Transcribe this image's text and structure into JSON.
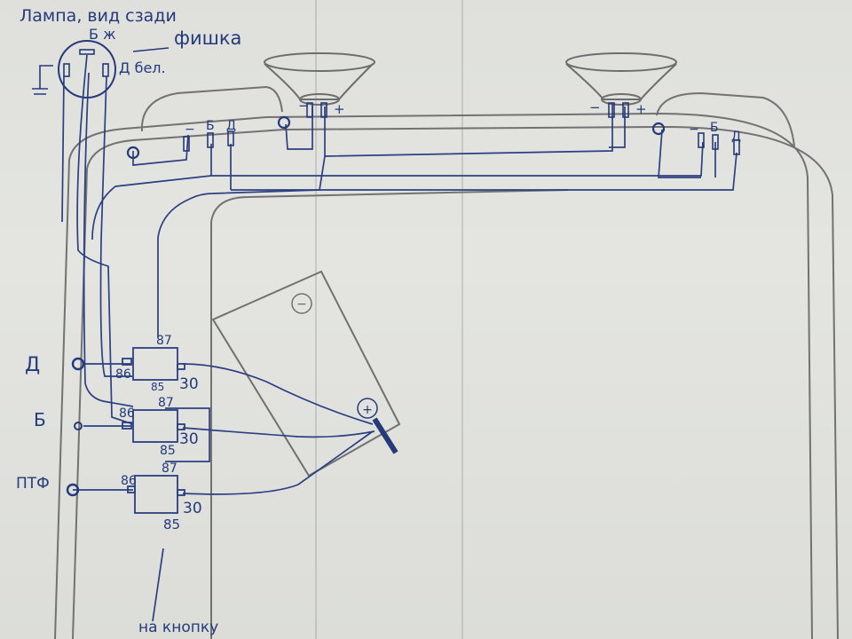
{
  "diagram": {
    "title": "Лампа, вид сзади",
    "lamp_labels": {
      "b": "Б ж",
      "plug": "фишка",
      "d": "Д бел."
    },
    "terminal_labels": {
      "minus": "−",
      "plus": "+",
      "b": "Б",
      "d": "Д",
      "battery_minus": "−",
      "battery_plus": "+"
    },
    "relays": [
      {
        "id": "relay-d",
        "side_label": "Д",
        "pins": {
          "p87": "87",
          "p86": "86",
          "p85": "85",
          "p30": "30"
        }
      },
      {
        "id": "relay-b",
        "side_label": "Б",
        "pins": {
          "p87": "87",
          "p86": "86",
          "p85": "85",
          "p30": "30"
        }
      },
      {
        "id": "relay-ptf",
        "side_label": "ПТФ",
        "pins": {
          "p87": "87",
          "p86": "86",
          "p85": "85",
          "p30": "30"
        }
      }
    ],
    "button_note": "на кнопку",
    "colors": {
      "ink": "#243a7a",
      "pencil": "#6b6b6b",
      "paper": "#e2e3df"
    }
  }
}
